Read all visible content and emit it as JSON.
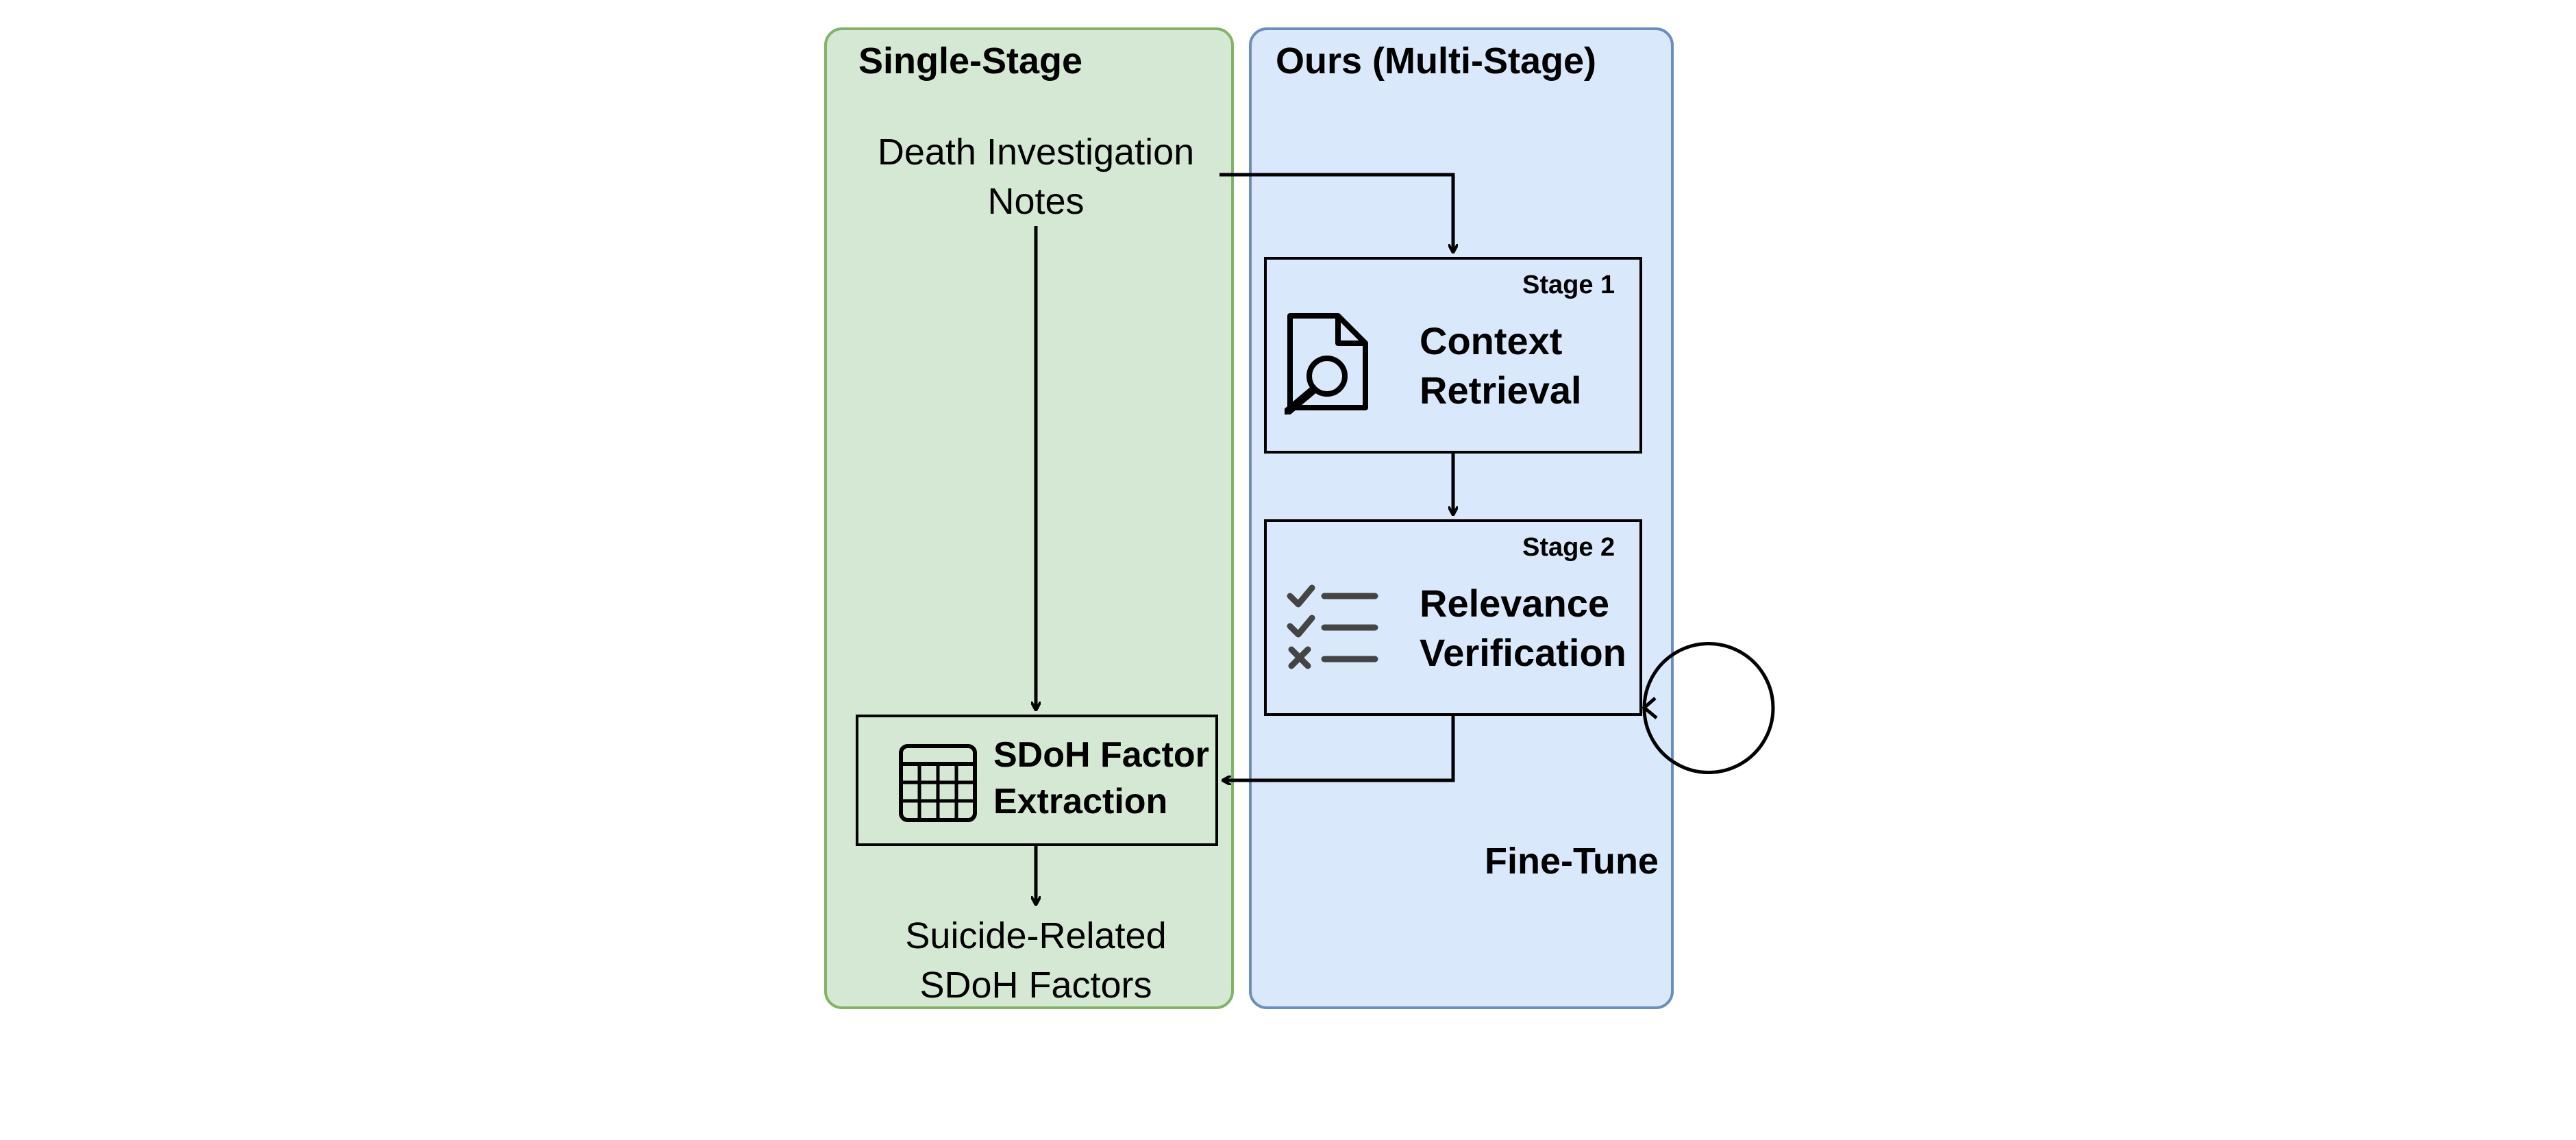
{
  "panels": {
    "single_stage": {
      "title": "Single-Stage",
      "color": "#d5e8d4",
      "border_color": "#82b366"
    },
    "multi_stage": {
      "title": "Ours (Multi-Stage)",
      "color": "#dae8fc",
      "border_color": "#6c8ebf"
    }
  },
  "input": {
    "line1": "Death Investigation",
    "line2": "Notes"
  },
  "stage1": {
    "label": "Stage 1",
    "title_line1": "Context",
    "title_line2": "Retrieval",
    "icon": "document-search-icon"
  },
  "stage2": {
    "label": "Stage 2",
    "title_line1": "Relevance",
    "title_line2": "Verification",
    "icon": "checklist-icon"
  },
  "extraction": {
    "title_line1": "SDoH Factor",
    "title_line2": "Extraction",
    "icon": "table-grid-icon"
  },
  "output": {
    "line1": "Suicide-Related",
    "line2": "SDoH Factors"
  },
  "loop": {
    "label": "Fine-Tune",
    "icon": "loop-arrow-icon"
  }
}
